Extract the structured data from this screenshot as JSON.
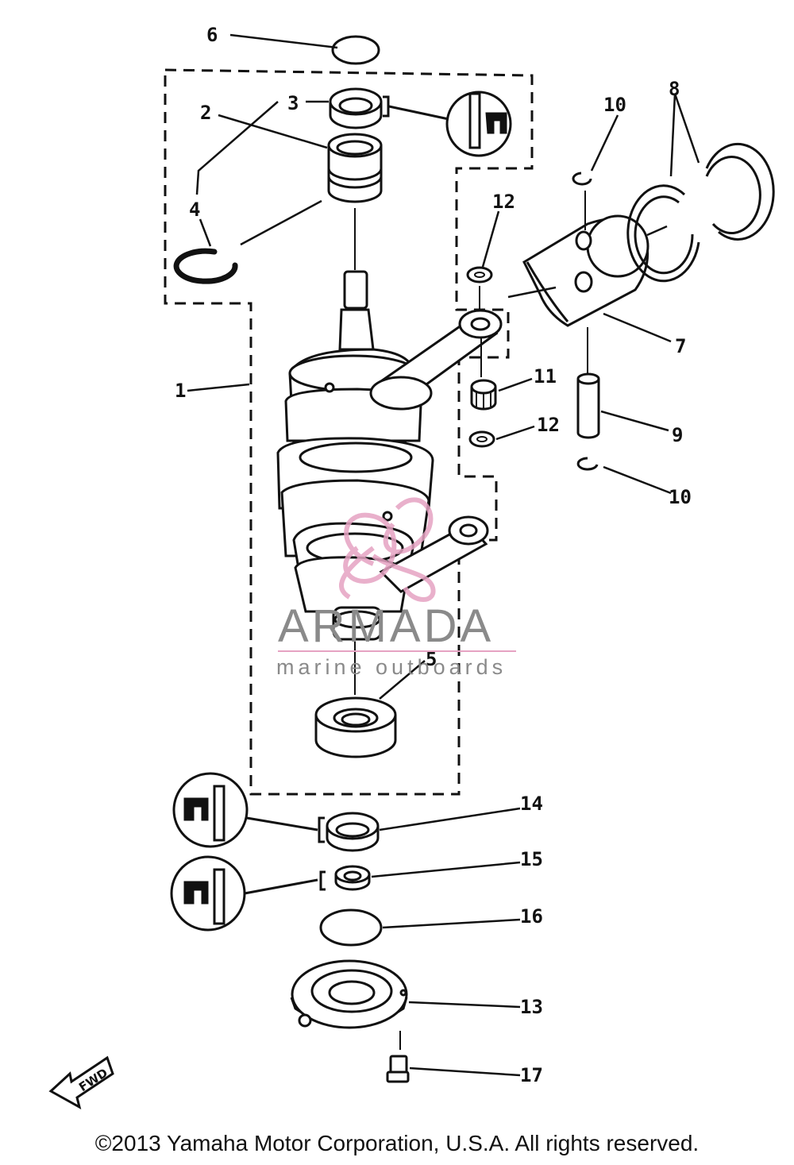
{
  "callouts": {
    "c1": "1",
    "c2": "2",
    "c3": "3",
    "c4": "4",
    "c5": "5",
    "c6": "6",
    "c7": "7",
    "c8": "8",
    "c9": "9",
    "c10a": "10",
    "c10b": "10",
    "c11": "11",
    "c12a": "12",
    "c12b": "12",
    "c13": "13",
    "c14": "14",
    "c15": "15",
    "c16": "16",
    "c17": "17"
  },
  "watermark": {
    "brand": "ARMADA",
    "tagline": "marine outboards"
  },
  "fwd_label": "FWD",
  "copyright": "©2013 Yamaha Motor Corporation, U.S.A. All rights reserved."
}
